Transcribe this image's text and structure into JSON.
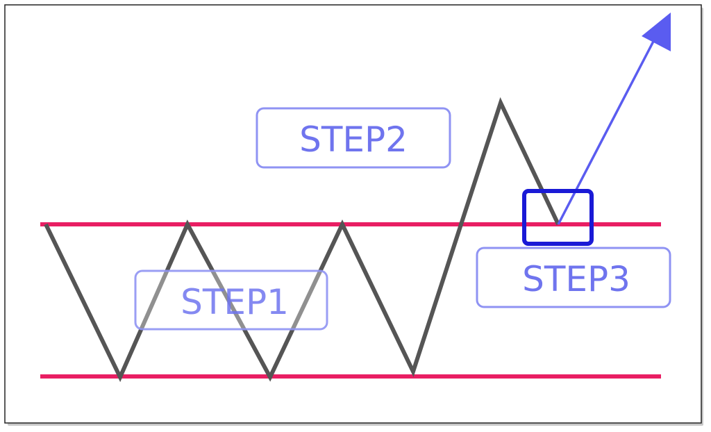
{
  "diagram": {
    "labels": {
      "step1": "STEP1",
      "step2": "STEP2",
      "step3": "STEP3"
    },
    "colors": {
      "price_line": "#555555",
      "support_resistance": "#e91e63",
      "label": "#6f74ee",
      "arrow": "#5a5cf0",
      "highlight_box": "#1a1ad6",
      "frame": "#222222"
    }
  }
}
